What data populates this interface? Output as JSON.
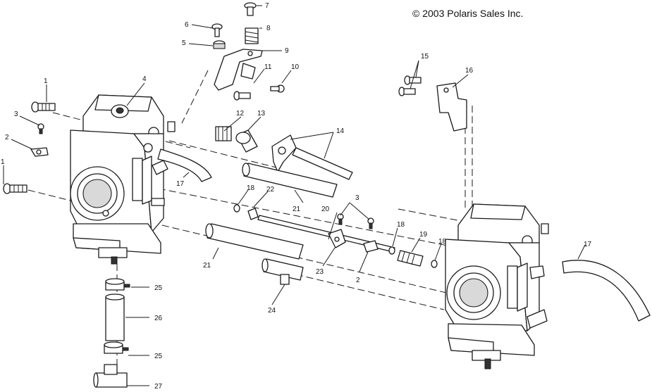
{
  "copyright": "© 2003 Polaris Sales Inc.",
  "callouts": {
    "c1a": "1",
    "c1b": "1",
    "c2a": "2",
    "c2b": "2",
    "c3a": "3",
    "c3b": "3",
    "c4": "4",
    "c5": "5",
    "c6": "6",
    "c7": "7",
    "c8": "8",
    "c9": "9",
    "c10": "10",
    "c11": "11",
    "c12": "12",
    "c13": "13",
    "c14": "14",
    "c15": "15",
    "c16": "16",
    "c17a": "17",
    "c17b": "17",
    "c18a": "18",
    "c18b": "18",
    "c18c": "18",
    "c19": "19",
    "c20": "20",
    "c21a": "21",
    "c21b": "21",
    "c22": "22",
    "c23": "23",
    "c24": "24",
    "c25a": "25",
    "c25b": "25",
    "c26": "26",
    "c27": "27"
  }
}
